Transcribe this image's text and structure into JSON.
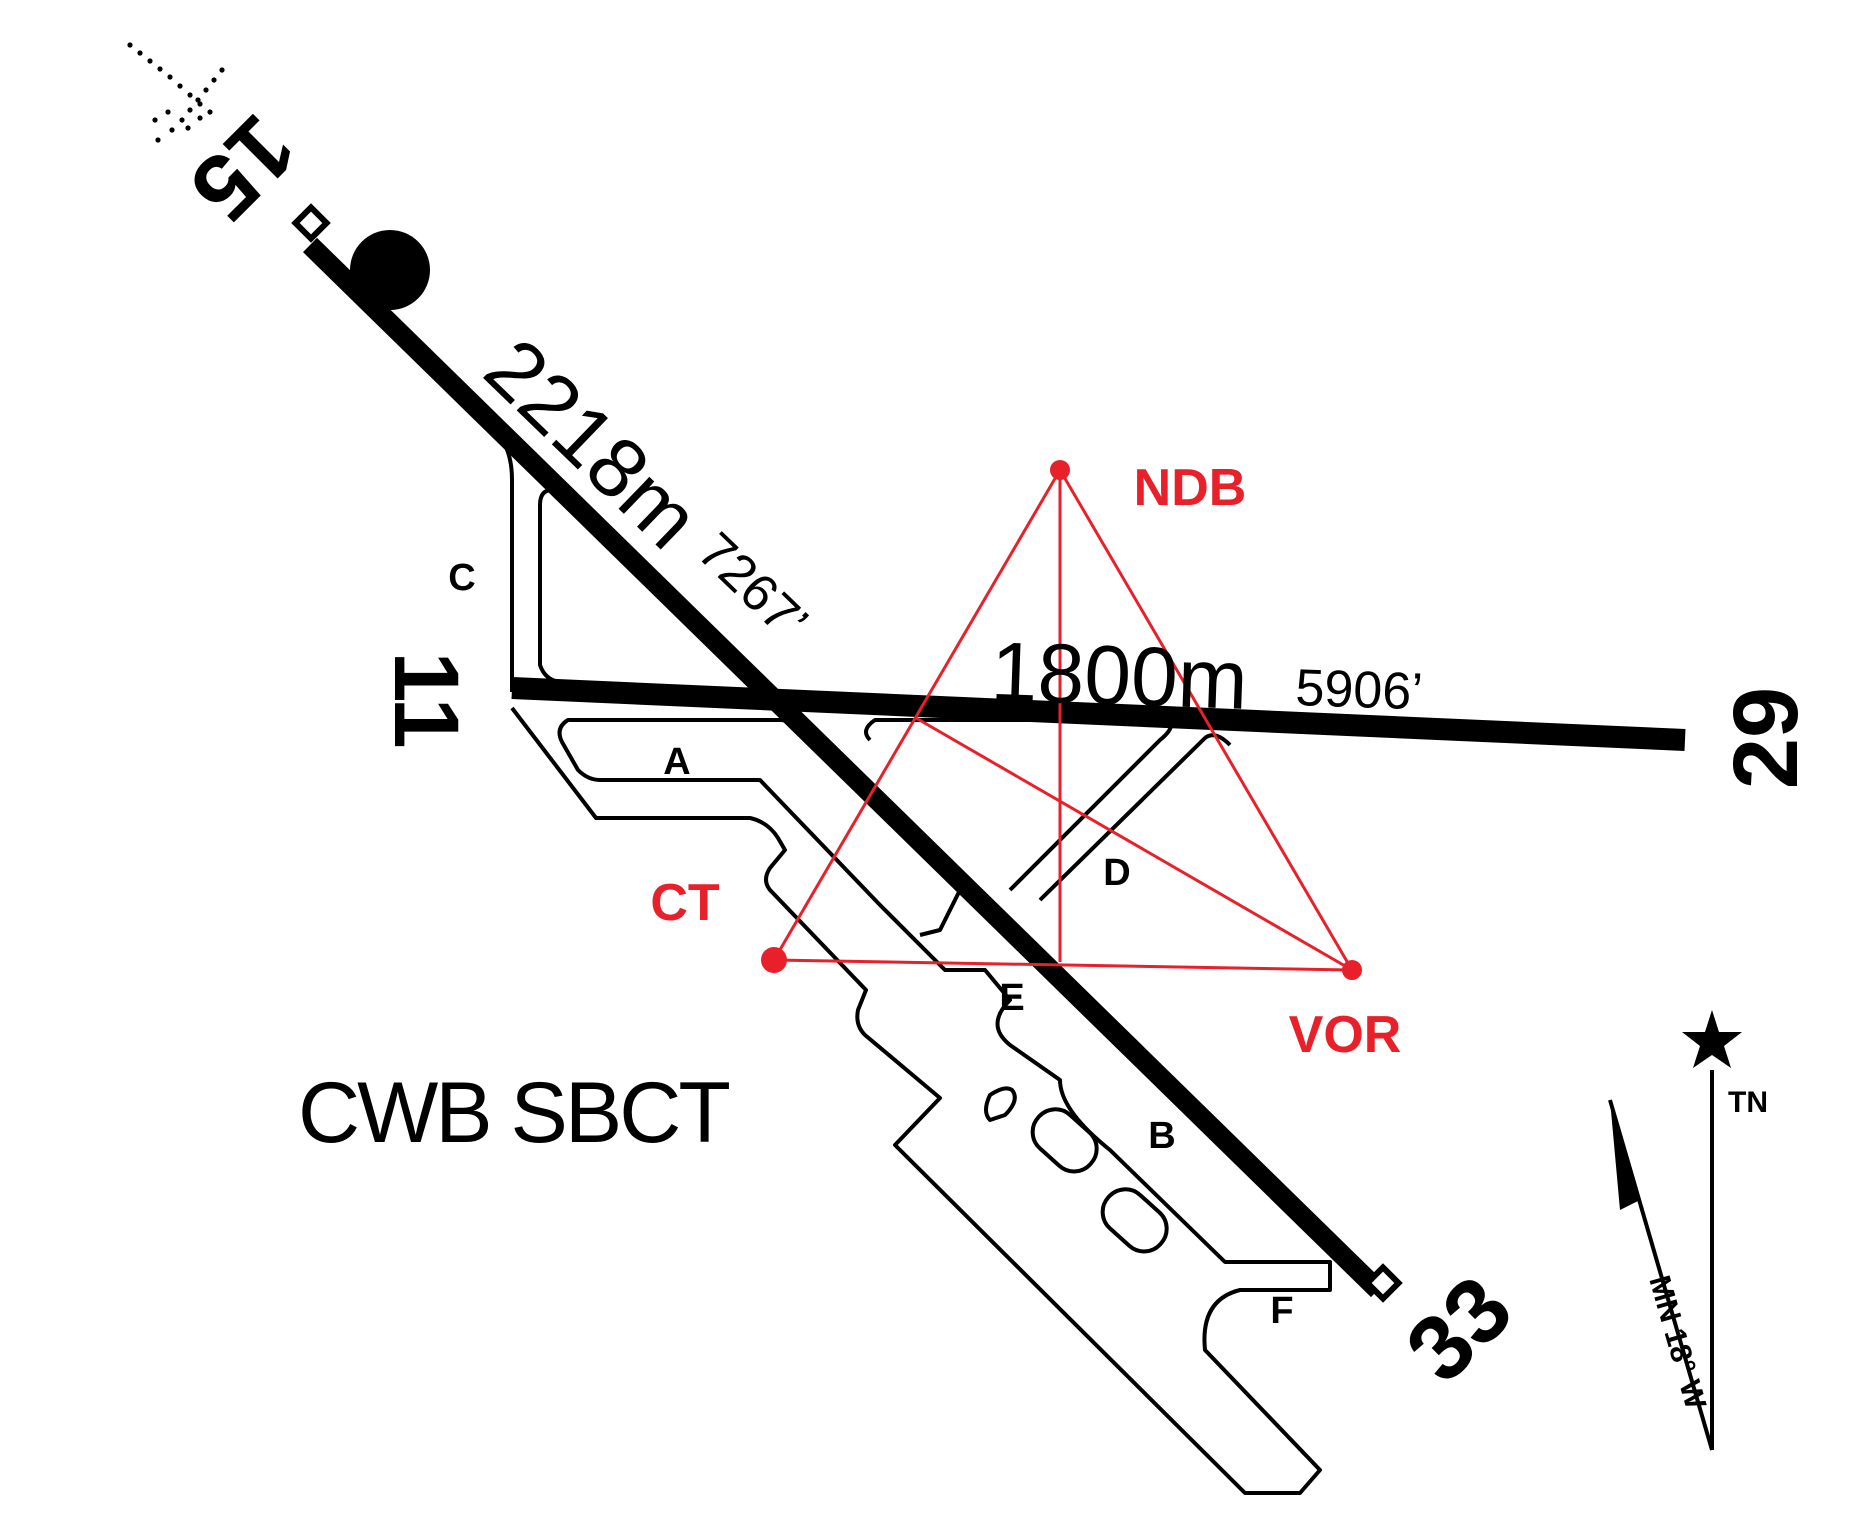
{
  "airport": {
    "name": "CWB SBCT"
  },
  "runways": [
    {
      "id": "diagonal",
      "length_m": "2218m",
      "length_ft": "7267’",
      "end_a": "15",
      "end_b": "33"
    },
    {
      "id": "horizontal",
      "length_m": "1800m",
      "length_ft": "5906’",
      "end_a": "11",
      "end_b": "29"
    }
  ],
  "taxiways": [
    "A",
    "B",
    "C",
    "D",
    "E",
    "F"
  ],
  "navaids": {
    "ndb": "NDB",
    "vor": "VOR",
    "ct": "CT"
  },
  "compass": {
    "true_north": "TN",
    "magnetic": "MN 18° W"
  },
  "colors": {
    "runway": "#000000",
    "navaid": "#e8202a",
    "background": "#ffffff"
  },
  "icons": {
    "true_north": "star-icon",
    "approach_lights": "approach-light-dots-icon"
  }
}
